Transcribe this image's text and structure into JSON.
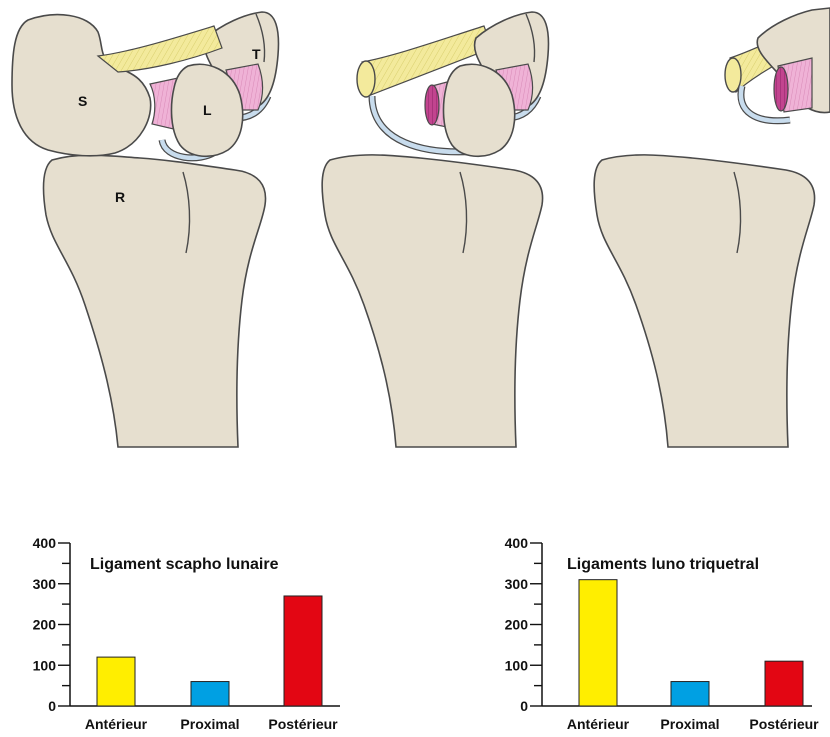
{
  "bone_labels": {
    "scaphoid": "S",
    "lunate": "L",
    "triquetrum": "T",
    "radius": "R"
  },
  "colors": {
    "bone_fill": "#e6dfcf",
    "anterior_ligament": "#f3ea9c",
    "proximal_ligament": "#c8dced",
    "posterior_ligament": "#efb2d6",
    "bar_anterior": "#ffee00",
    "bar_proximal": "#00a0e3",
    "bar_posterior": "#e30613"
  },
  "chart_data": [
    {
      "type": "bar",
      "title": "Ligament scapho lunaire",
      "categories": [
        "Antérieur",
        "Proximal",
        "Postérieur"
      ],
      "values": [
        120,
        60,
        270
      ],
      "ylim": [
        0,
        400
      ],
      "yticks": [
        "0",
        "100",
        "200",
        "300",
        "400"
      ],
      "bar_colors": [
        "#ffee00",
        "#00a0e3",
        "#e30613"
      ]
    },
    {
      "type": "bar",
      "title": "Ligaments luno triquetral",
      "categories": [
        "Antérieur",
        "Proximal",
        "Postérieur"
      ],
      "values": [
        310,
        60,
        110
      ],
      "ylim": [
        0,
        400
      ],
      "yticks": [
        "0",
        "100",
        "200",
        "300",
        "400"
      ],
      "bar_colors": [
        "#ffee00",
        "#00a0e3",
        "#e30613"
      ]
    }
  ]
}
